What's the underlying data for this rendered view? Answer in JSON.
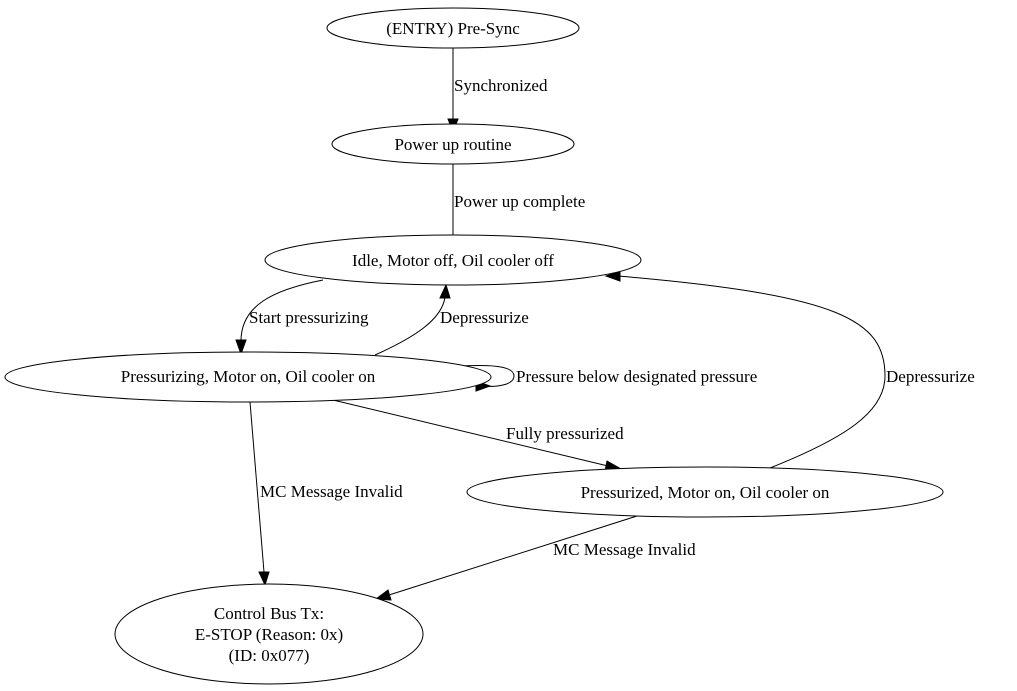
{
  "nodes": {
    "pre_sync": {
      "lines": [
        "(ENTRY) Pre-Sync"
      ]
    },
    "power_up": {
      "lines": [
        "Power up routine"
      ]
    },
    "idle": {
      "lines": [
        "Idle, Motor off, Oil cooler off"
      ]
    },
    "pressurizing": {
      "lines": [
        "Pressurizing, Motor on, Oil cooler on"
      ]
    },
    "pressurized": {
      "lines": [
        "Pressurized, Motor on, Oil cooler on"
      ]
    },
    "estop": {
      "lines": [
        "Control Bus Tx:",
        "E-STOP (Reason: 0x)",
        "(ID: 0x077)"
      ]
    }
  },
  "edges": {
    "synchronized": "Synchronized",
    "power_up_complete": "Power up complete",
    "start_pressurizing": "Start pressurizing",
    "depressurize_from_pressurizing": "Depressurize",
    "pressure_below": "Pressure below designated pressure",
    "depressurize_from_pressurized": "Depressurize",
    "fully_pressurized": "Fully pressurized",
    "mc_invalid_pressurizing": "MC Message Invalid",
    "mc_invalid_pressurized": "MC Message Invalid"
  }
}
